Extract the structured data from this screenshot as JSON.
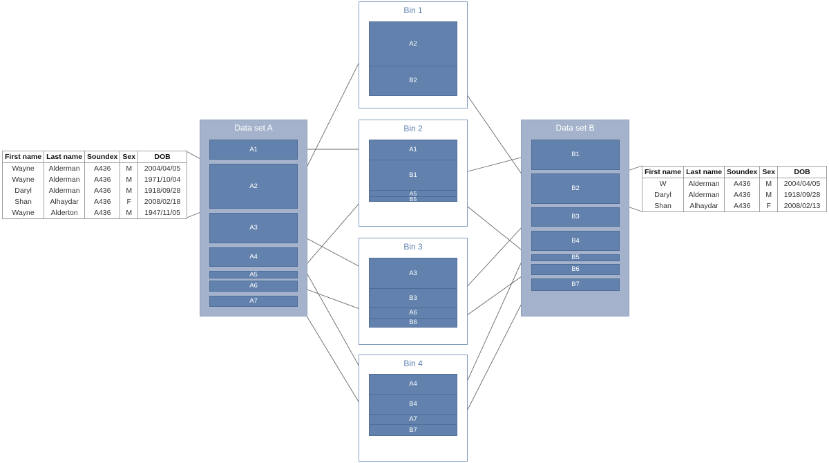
{
  "dataset_a": {
    "title": "Data set A",
    "blocks": [
      "A1",
      "A2",
      "A3",
      "A4",
      "A5",
      "A6",
      "A7"
    ]
  },
  "dataset_b": {
    "title": "Data set B",
    "blocks": [
      "B1",
      "B2",
      "B3",
      "B4",
      "B5",
      "B6",
      "B7"
    ]
  },
  "bins": [
    {
      "title": "Bin 1",
      "segments": [
        "A2",
        "B2"
      ]
    },
    {
      "title": "Bin 2",
      "segments": [
        "A1",
        "B1",
        "A5",
        "B5"
      ]
    },
    {
      "title": "Bin 3",
      "segments": [
        "A3",
        "B3",
        "A6",
        "B6"
      ]
    },
    {
      "title": "Bin 4",
      "segments": [
        "A4",
        "B4",
        "A7",
        "B7"
      ]
    }
  ],
  "table_a": {
    "headers": [
      "First name",
      "Last name",
      "Soundex",
      "Sex",
      "DOB"
    ],
    "rows": [
      [
        "Wayne",
        "Alderman",
        "A436",
        "M",
        "2004/04/05"
      ],
      [
        "Wayne",
        "Alderman",
        "A436",
        "M",
        "1971/10/04"
      ],
      [
        "Daryl",
        "Alderman",
        "A436",
        "M",
        "1918/09/28"
      ],
      [
        "Shan",
        "Alhaydar",
        "A436",
        "F",
        "2008/02/18"
      ],
      [
        "Wayne",
        "Alderton",
        "A436",
        "M",
        "1947/11/05"
      ]
    ]
  },
  "table_b": {
    "headers": [
      "First name",
      "Last name",
      "Soundex",
      "Sex",
      "DOB"
    ],
    "rows": [
      [
        "W",
        "Alderman",
        "A436",
        "M",
        "2004/04/05"
      ],
      [
        "Daryl",
        "Alderman",
        "A436",
        "M",
        "1918/09/28"
      ],
      [
        "Shan",
        "Alhaydar",
        "A436",
        "F",
        "2008/02/13"
      ]
    ]
  },
  "colors": {
    "dataset_fill": "#a4b3cb",
    "block_fill": "#6282ad",
    "bin_border": "#7f9cbf",
    "bin_title": "#5b7fb0",
    "arrow": "#666666"
  }
}
